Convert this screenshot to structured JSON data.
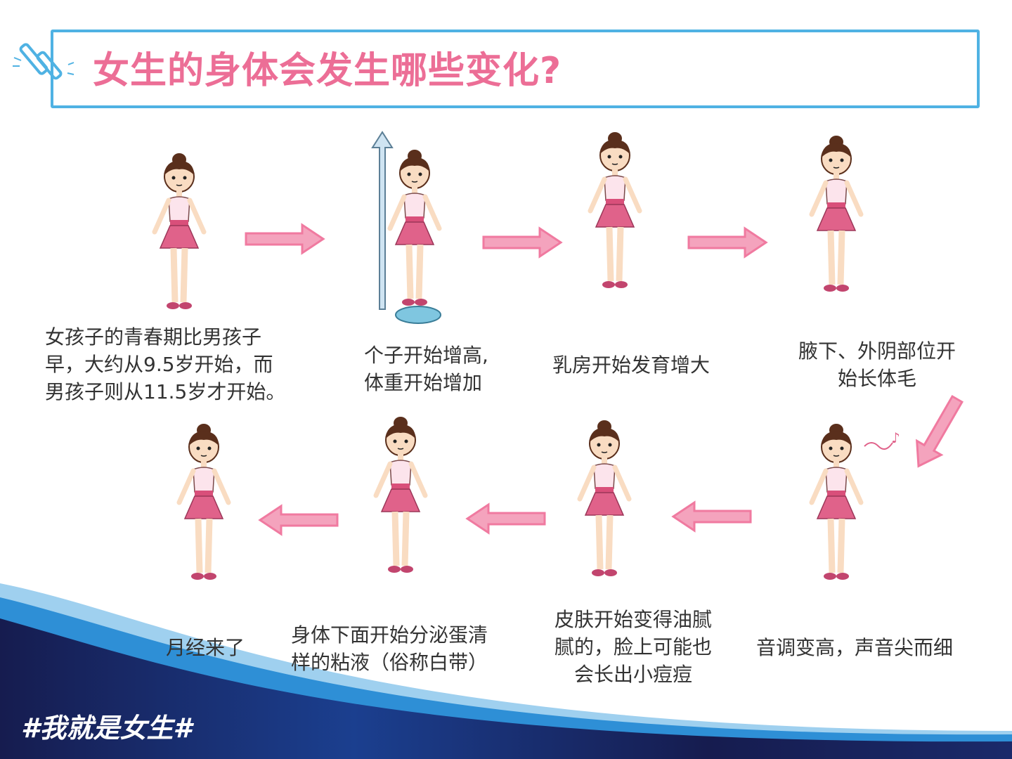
{
  "title": "女生的身体会发生哪些变化?",
  "captions": {
    "stage1": [
      "女孩子的青春期比男孩子",
      "早，大约从9.5岁开始，而",
      "男孩子则从11.5岁才开始。"
    ],
    "stage2": [
      "个子开始增高,",
      "体重开始增加"
    ],
    "stage3": [
      "乳房开始发育增大"
    ],
    "stage4": [
      "腋下、外阴部位开",
      "始长体毛"
    ],
    "stage5": [
      "音调变高，声音尖而细"
    ],
    "stage6": [
      "皮肤开始变得油腻",
      "腻的，脸上可能也",
      "会长出小痘痘"
    ],
    "stage7": [
      "身体下面开始分泌蛋清",
      "样的粘液（俗称白带）"
    ],
    "stage8": [
      "月经来了"
    ]
  },
  "footer_tag": "#我就是女生#",
  "colors": {
    "title": "#ec6e96",
    "frame": "#4fb2e3",
    "arrow": "#f07aa0",
    "navy": "#161c4f",
    "blue": "#2a7fc6"
  }
}
